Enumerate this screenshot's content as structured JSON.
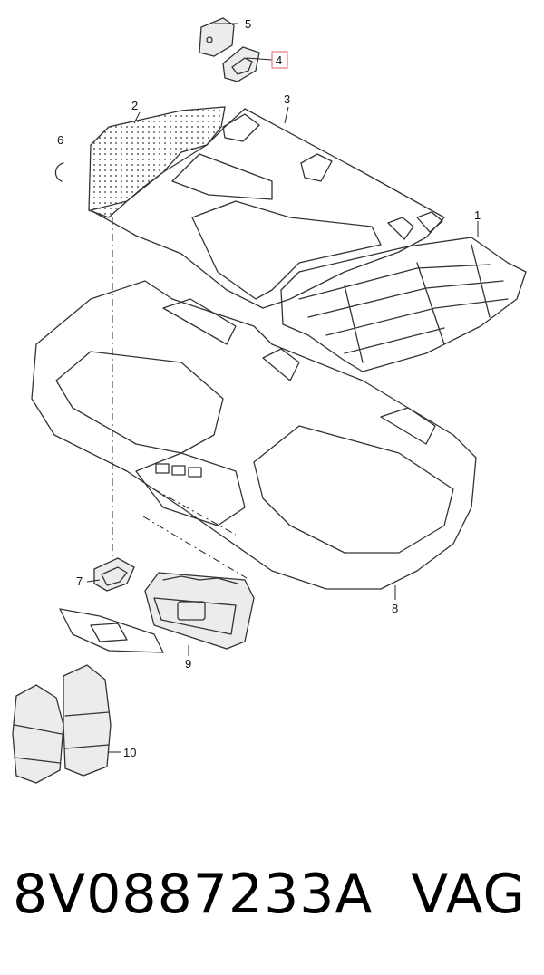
{
  "callouts": {
    "c1": "1",
    "c2": "2",
    "c3": "3",
    "c4": "4",
    "c5": "5",
    "c6": "6",
    "c7": "7",
    "c8": "8",
    "c9": "9",
    "c10": "10"
  },
  "highlight_color": "#e07a7a",
  "caption": {
    "part_number": "8V0887233A",
    "brand": "VAG"
  }
}
